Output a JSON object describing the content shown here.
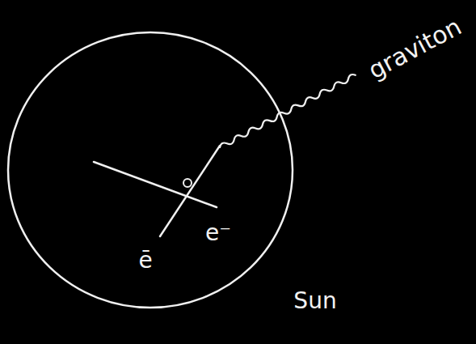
{
  "diagram": {
    "labels": [
      "graviton",
      "ē",
      "e⁻",
      "Sun"
    ]
  }
}
